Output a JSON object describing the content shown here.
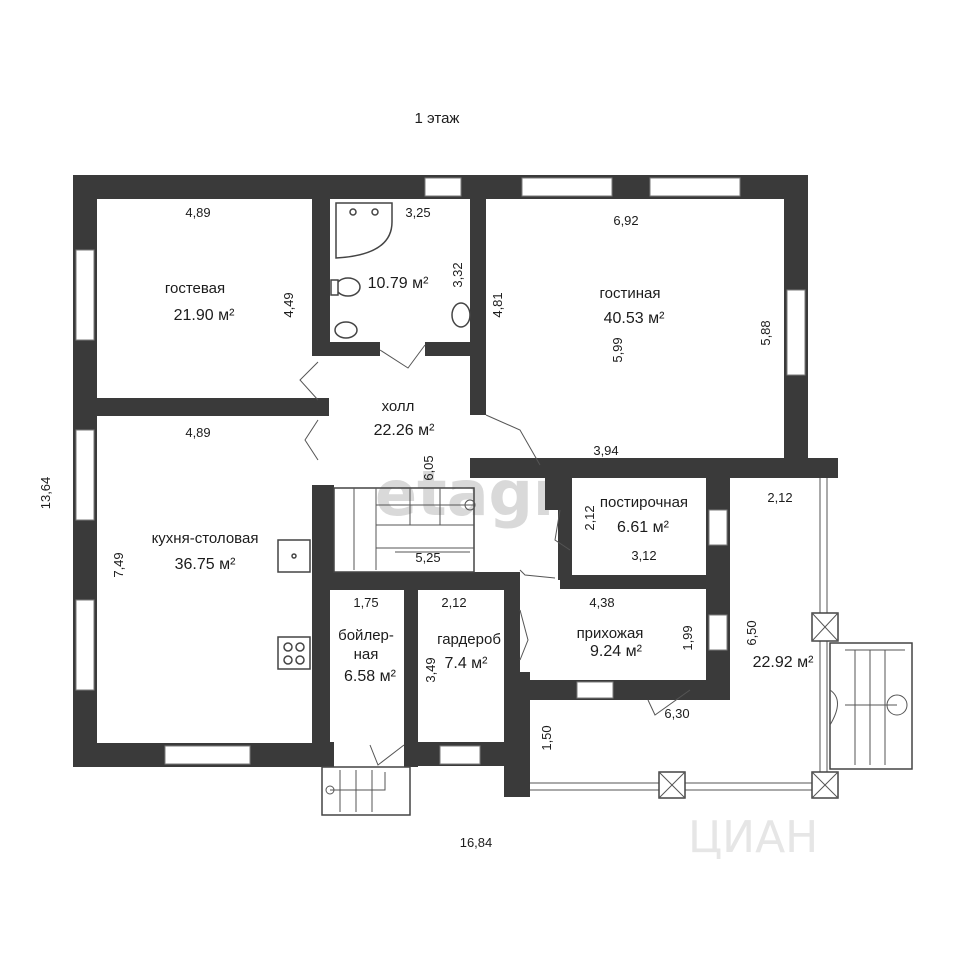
{
  "floor_title": "1 этаж",
  "rooms": {
    "guest": {
      "name": "гостевая",
      "area": "21.90 м²",
      "dim_w": "4,89",
      "dim_h": "4,49"
    },
    "bath": {
      "area": "10.79 м²",
      "dim_w": "3,25",
      "dim_h": "3,32"
    },
    "living": {
      "name": "гостиная",
      "area": "40.53 м²",
      "dim_w": "6,92",
      "dim_h1": "5,99",
      "dim_h2": "5,88",
      "dim_left": "4,81",
      "dim_bottom": "3,94"
    },
    "hall": {
      "name": "холл",
      "area": "22.26 м²",
      "dim_v": "6,05",
      "dim_h": "5,25"
    },
    "kitchen": {
      "name": "кухня-столовая",
      "area": "36.75 м²",
      "dim_w": "4,89",
      "dim_h": "7,49"
    },
    "laundry": {
      "name": "постирочная",
      "area": "6.61 м²",
      "dim_v": "2,12",
      "dim_w": "3,12"
    },
    "boiler": {
      "name_line1": "бойлер-",
      "name_line2": "ная",
      "area": "6.58 м²",
      "dim_w": "1,75"
    },
    "wardrobe": {
      "name": "гардероб",
      "area": "7.4 м²",
      "dim_w": "2,12",
      "dim_h": "3,49"
    },
    "entry": {
      "name": "прихожая",
      "area": "9.24 м²",
      "dim_w": "4,38",
      "dim_h": "1,99"
    },
    "terrace": {
      "area": "22.92 м²",
      "dim_w": "2,12",
      "dim_h": "6,50",
      "dim_bottom": "6,30",
      "dim_left": "1,50"
    }
  },
  "overall": {
    "height": "13,64",
    "width": "16,84"
  },
  "watermarks": {
    "etagi": "etagi",
    "cian": "ЦИАН"
  }
}
